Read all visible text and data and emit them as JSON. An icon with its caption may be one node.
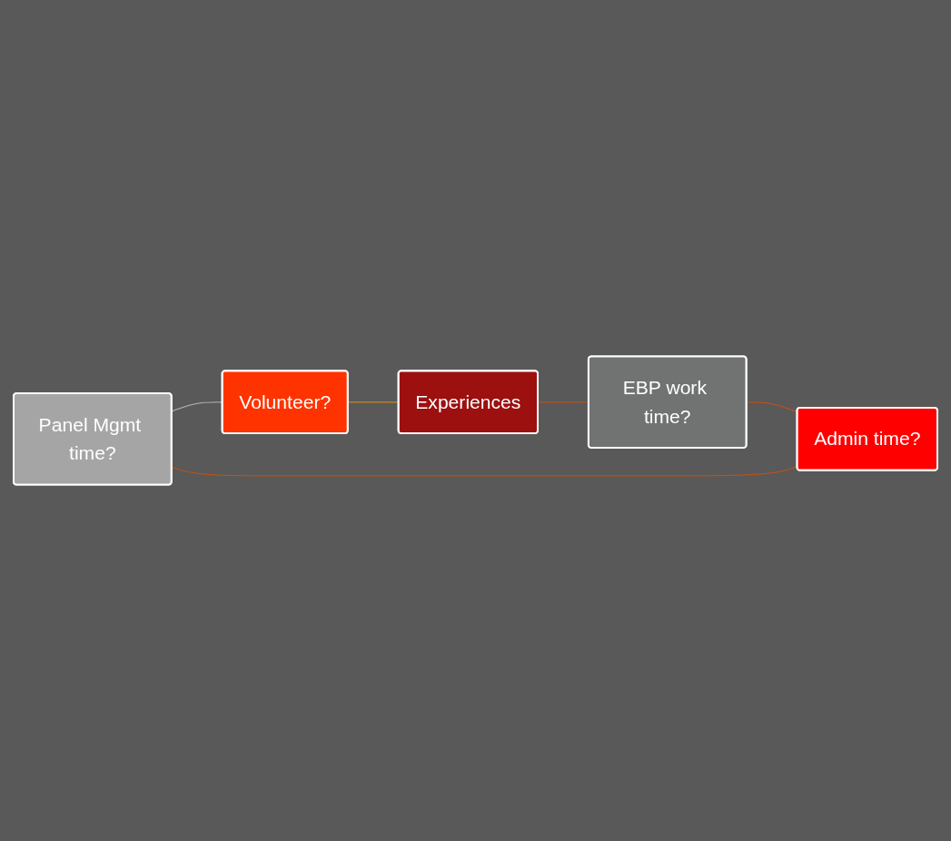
{
  "diagram": {
    "nodes": [
      {
        "text": [
          "Panel Mgmt time?"
        ]
      },
      {
        "text": [
          "Volunteer?"
        ]
      },
      {
        "text": [
          "Experiences"
        ]
      },
      {
        "text": [
          "EBP work time?"
        ]
      },
      {
        "text": [
          "Admin time?"
        ]
      }
    ],
    "edges": [
      {
        "from": 0,
        "to": 1,
        "arrow": "none",
        "color": "#a6a6a6"
      },
      {
        "from": 1,
        "to": 2,
        "arrow": "none",
        "color": "#c8891f"
      },
      {
        "from": 2,
        "to": 3,
        "arrow": "none"
      },
      {
        "from": 3,
        "to": 4,
        "arrow": "none"
      },
      {
        "from": 4,
        "to": 0,
        "arrow": "none"
      }
    ]
  }
}
